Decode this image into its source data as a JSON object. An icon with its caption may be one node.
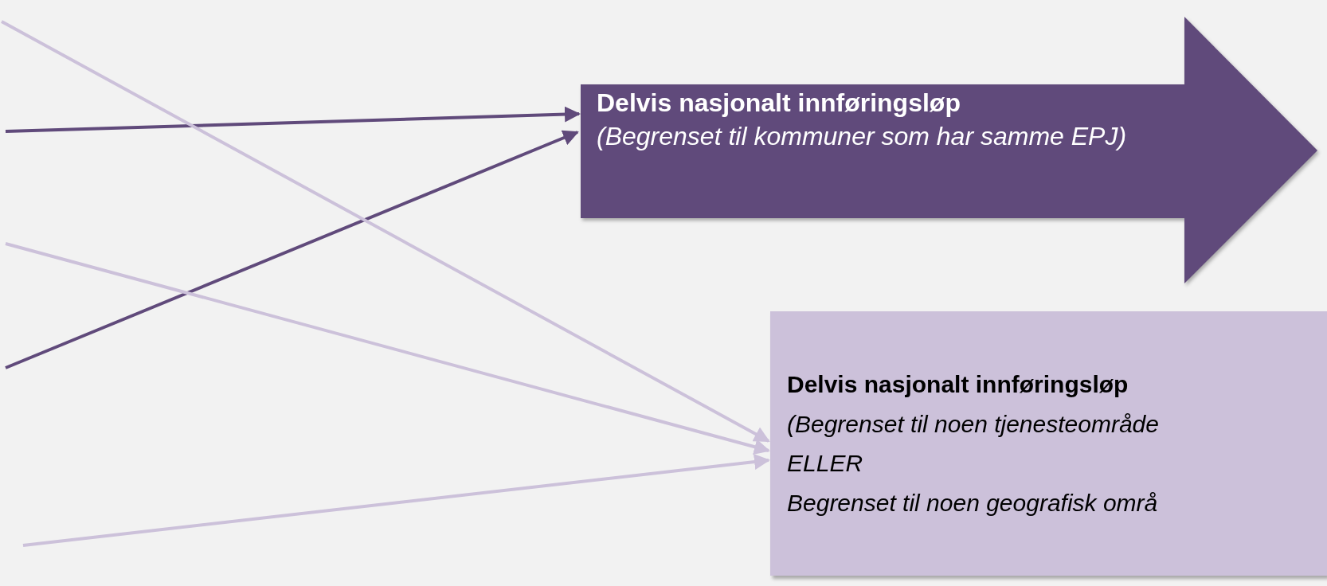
{
  "diagram": {
    "nodes": [
      {
        "text": [
          "Delvis nasjonalt innføringsløp",
          "(Begrenset til kommuner som har samme EPJ)"
        ]
      },
      {
        "text": [
          "Delvis nasjonalt innføringsløp",
          "(Begrenset til noen tjenesteområde",
          "ELLER",
          "Begrenset til noen geografisk områ"
        ]
      }
    ],
    "edges": [
      {
        "from": null,
        "to": 0,
        "arrow": "to",
        "color": "#604a7b"
      },
      {
        "from": null,
        "to": 0,
        "arrow": "to",
        "color": "#604a7b"
      },
      {
        "from": null,
        "to": 1,
        "arrow": "to"
      },
      {
        "from": null,
        "to": 1,
        "arrow": "to"
      },
      {
        "from": null,
        "to": 1,
        "arrow": "to"
      }
    ]
  }
}
